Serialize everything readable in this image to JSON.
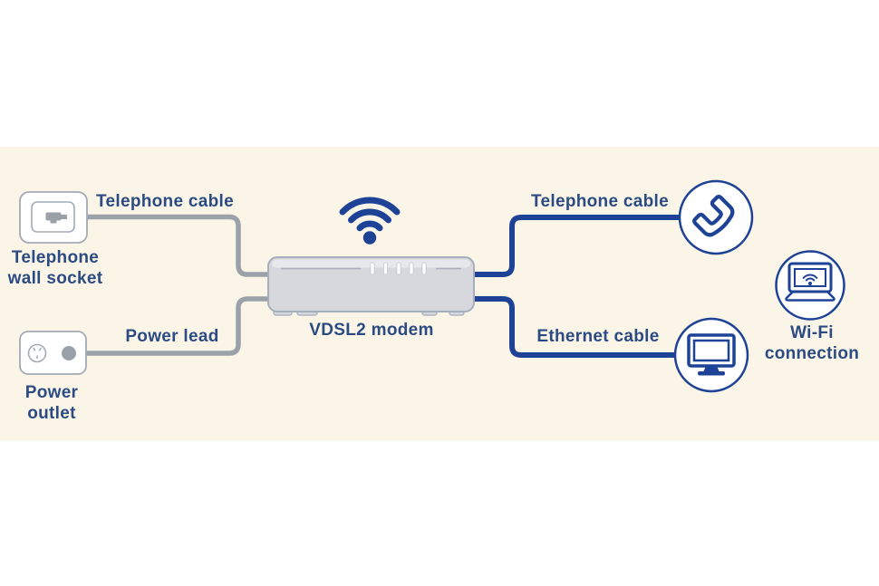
{
  "title": "VDSL2 modem connection diagram",
  "colors": {
    "band": "#faf5e7",
    "blue": "#1e4296",
    "text_blue": "#2b4b82",
    "cable_gray": "#9aa1a9",
    "outline_gray": "#a3aab6",
    "modem_fill": "#d6d8dd",
    "modem_border": "#a6adbb",
    "led_white": "#ffffff"
  },
  "labels": {
    "telephone_cable_left": "Telephone cable",
    "telephone_wall_socket": "Telephone wall socket",
    "power_lead": "Power lead",
    "power_outlet": "Power outlet",
    "modem": "VDSL2 modem",
    "telephone_cable_right": "Telephone cable",
    "ethernet_cable": "Ethernet cable",
    "wifi_connection": "Wi-Fi connection"
  },
  "icons": {
    "wifi": "wifi-signal-icon",
    "wall_socket": "telephone-wall-socket-icon",
    "power_outlet": "power-outlet-icon",
    "modem": "vdsl2-modem-icon",
    "phone": "telephone-handset-icon",
    "monitor": "computer-monitor-icon",
    "laptop": "wifi-laptop-icon"
  }
}
